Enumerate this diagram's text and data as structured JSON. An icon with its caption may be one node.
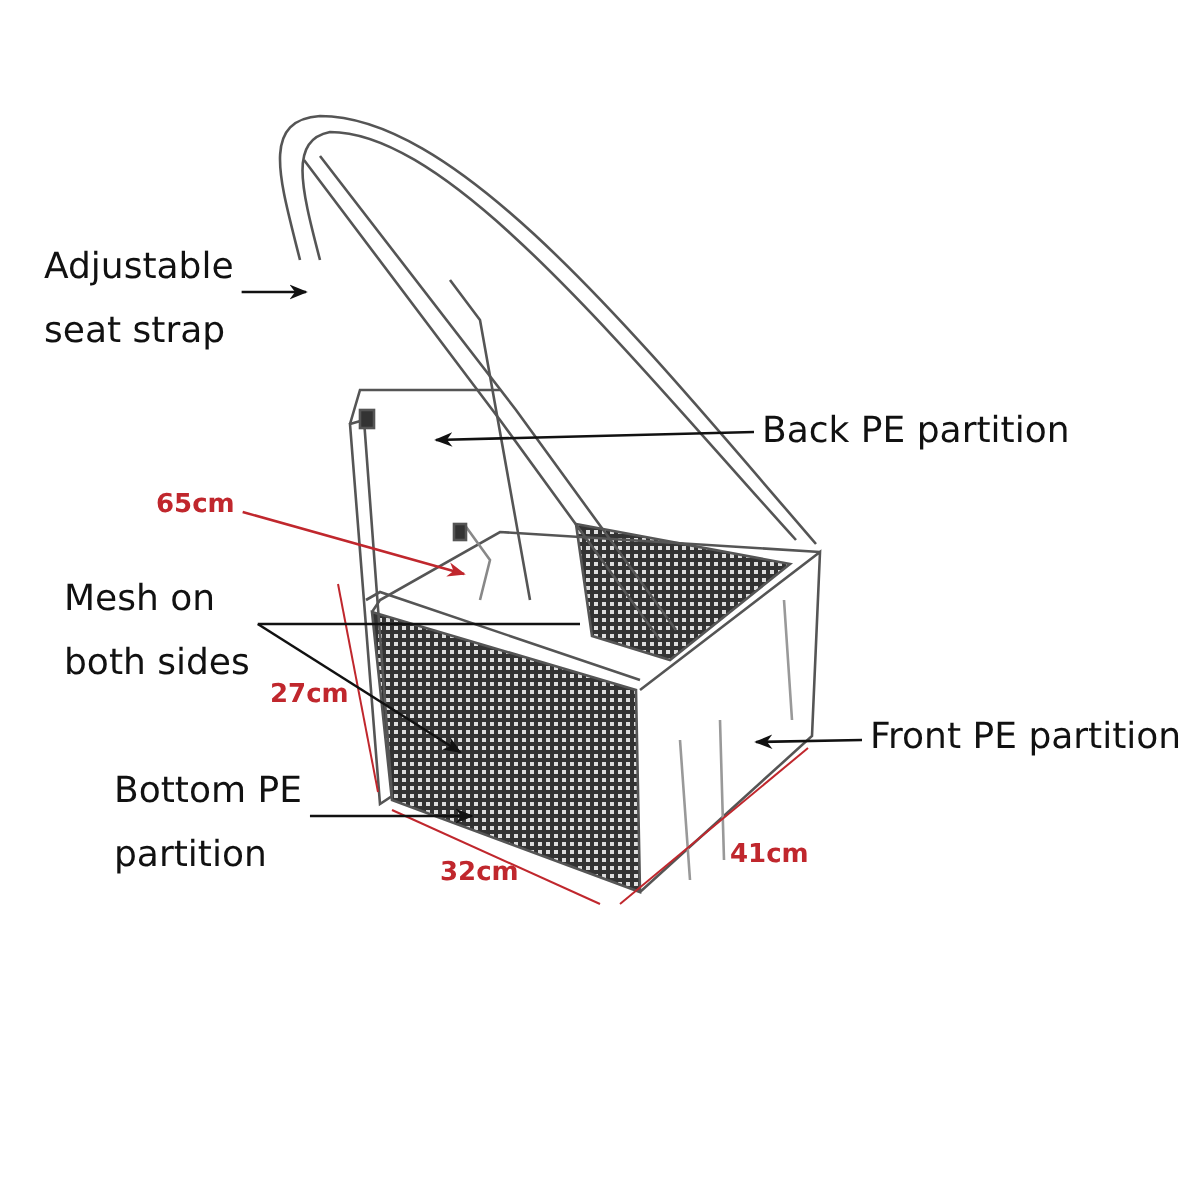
{
  "diagram": {
    "nodes": [
      {
        "text": [
          "Adjustable seat strap"
        ]
      },
      {
        "text": [
          "Back PE partition"
        ]
      },
      {
        "text": [
          "65cm"
        ]
      },
      {
        "text": [
          "Mesh on both sides"
        ]
      },
      {
        "text": [
          "Front PE partition"
        ]
      },
      {
        "text": [
          "Bottom PE partition"
        ]
      }
    ],
    "edges": [
      {
        "from": 0,
        "to": null,
        "arrow": "to"
      },
      {
        "from": 1,
        "to": null,
        "arrow": "to"
      },
      {
        "from": 2,
        "to": null,
        "arrow": "to",
        "color": "#c0272d"
      },
      {
        "from": 3,
        "to": null,
        "arrow": "none"
      },
      {
        "from": 3,
        "to": null,
        "arrow": "to"
      },
      {
        "from": 4,
        "to": null,
        "arrow": "to"
      },
      {
        "from": 5,
        "to": null,
        "arrow": "to"
      }
    ],
    "labels": [
      "27cm",
      "32cm",
      "41cm"
    ]
  }
}
